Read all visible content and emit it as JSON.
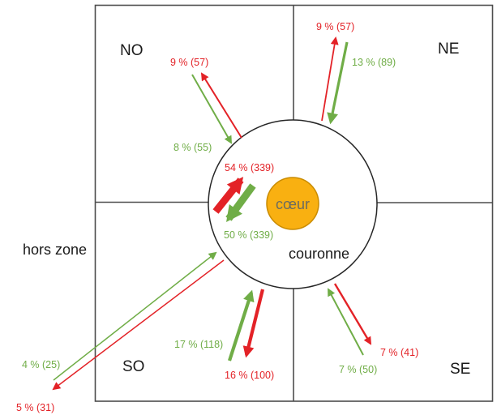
{
  "colors": {
    "red": "#e32227",
    "green": "#70ad47",
    "coeur-fill": "#f9b011",
    "coeur-stroke": "#c98b00",
    "coeur-text": "#6b6b60",
    "line": "#4d4d4d",
    "circle-line": "#262626",
    "text": "#1a1a1a"
  },
  "zones": {
    "nw": "NO",
    "ne": "NE",
    "sw": "SO",
    "se": "SE",
    "outside": "hors zone",
    "ring": "couronne",
    "core": "cœur"
  },
  "flows": {
    "nw_out": {
      "label": "9 % (57)",
      "color": "red"
    },
    "nw_in": {
      "label": "8 % (55)",
      "color": "green"
    },
    "ne_out": {
      "label": "9 % (57)",
      "color": "red"
    },
    "ne_in": {
      "label": "13 % (89)",
      "color": "green"
    },
    "core_out": {
      "label": "54 % (339)",
      "color": "red"
    },
    "core_in": {
      "label": "50 % (339)",
      "color": "green"
    },
    "sw_in": {
      "label": "17 % (118)",
      "color": "green"
    },
    "sw_out": {
      "label": "16 % (100)",
      "color": "red"
    },
    "outside_in": {
      "label": "4 % (25)",
      "color": "green"
    },
    "outside_out": {
      "label": "5 % (31)",
      "color": "red"
    },
    "se_out": {
      "label": "7 % (41)",
      "color": "red"
    },
    "se_in": {
      "label": "7 % (50)",
      "color": "green"
    }
  }
}
